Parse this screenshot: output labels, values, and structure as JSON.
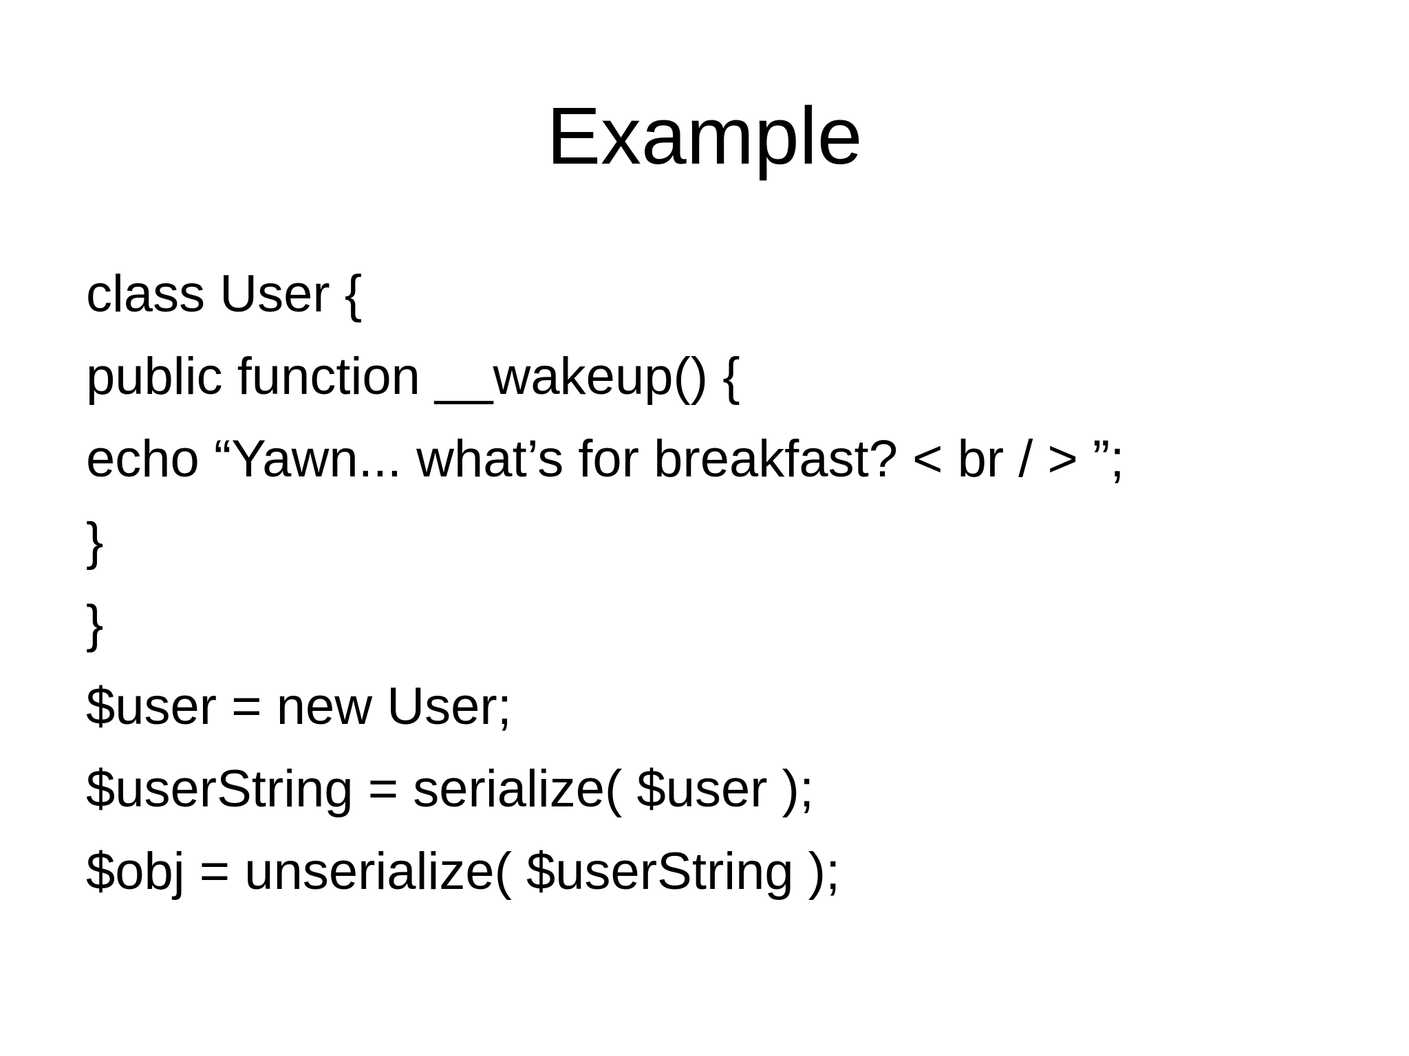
{
  "slide": {
    "title": "Example",
    "code_lines": [
      "class User {",
      "public function __wakeup() {",
      "echo “Yawn... what’s for breakfast? < br / > ”;",
      "}",
      "}",
      "$user = new User;",
      "$userString = serialize( $user );",
      "$obj = unserialize( $userString );"
    ]
  }
}
